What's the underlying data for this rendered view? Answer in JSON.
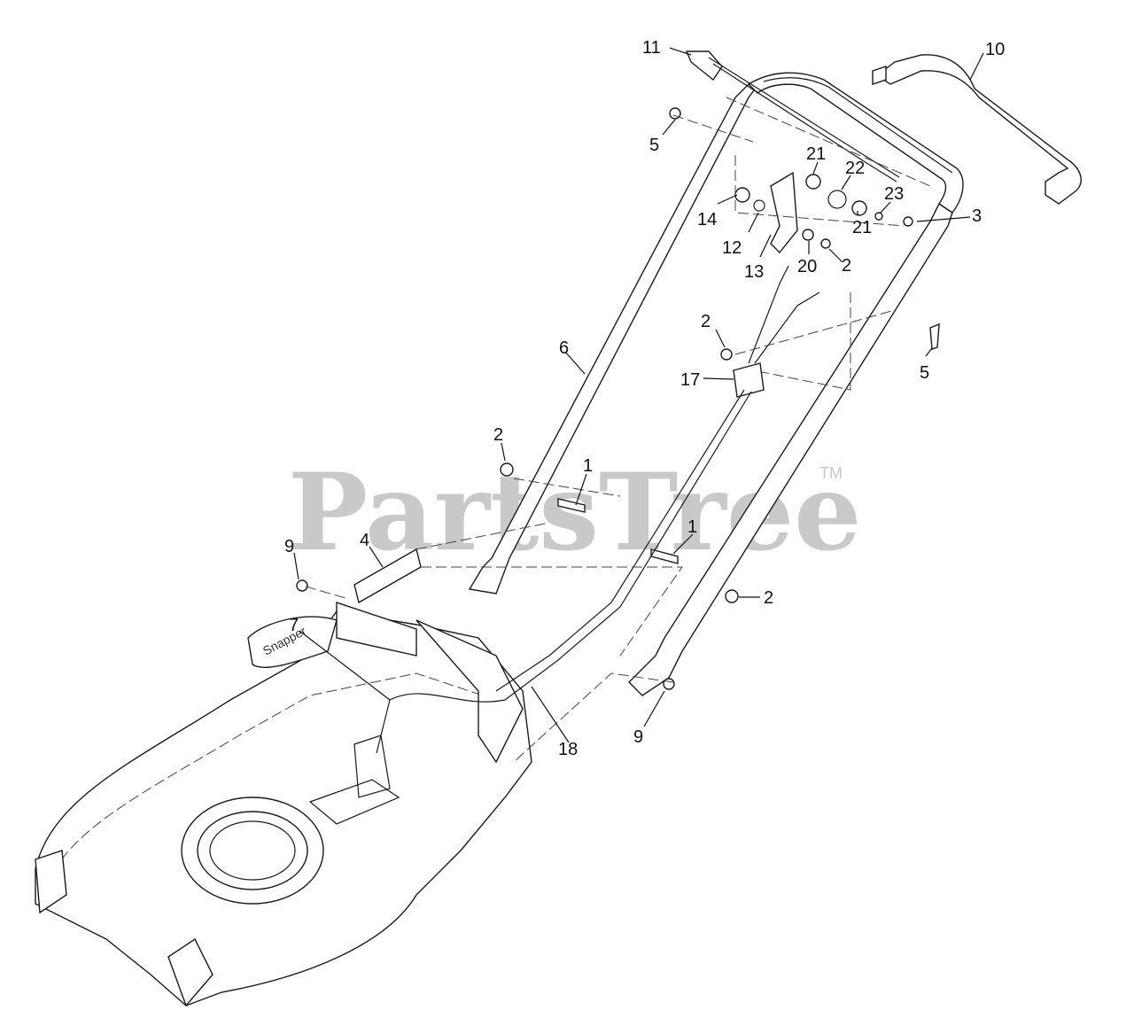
{
  "watermark": {
    "text": "PartsTree",
    "tm": "TM"
  },
  "callouts": [
    {
      "id": "c-11",
      "label": "11"
    },
    {
      "id": "c-10",
      "label": "10"
    },
    {
      "id": "c-5a",
      "label": "5"
    },
    {
      "id": "c-21a",
      "label": "21"
    },
    {
      "id": "c-22",
      "label": "22"
    },
    {
      "id": "c-23",
      "label": "23"
    },
    {
      "id": "c-3",
      "label": "3"
    },
    {
      "id": "c-14",
      "label": "14"
    },
    {
      "id": "c-21b",
      "label": "21"
    },
    {
      "id": "c-12",
      "label": "12"
    },
    {
      "id": "c-13",
      "label": "13"
    },
    {
      "id": "c-20",
      "label": "20"
    },
    {
      "id": "c-2a",
      "label": "2"
    },
    {
      "id": "c-2b",
      "label": "2"
    },
    {
      "id": "c-5b",
      "label": "5"
    },
    {
      "id": "c-6",
      "label": "6"
    },
    {
      "id": "c-17",
      "label": "17"
    },
    {
      "id": "c-2c",
      "label": "2"
    },
    {
      "id": "c-1a",
      "label": "1"
    },
    {
      "id": "c-9a",
      "label": "9"
    },
    {
      "id": "c-4",
      "label": "4"
    },
    {
      "id": "c-1b",
      "label": "1"
    },
    {
      "id": "c-2d",
      "label": "2"
    },
    {
      "id": "c-7",
      "label": "7"
    },
    {
      "id": "c-18",
      "label": "18"
    },
    {
      "id": "c-9b",
      "label": "9"
    }
  ]
}
